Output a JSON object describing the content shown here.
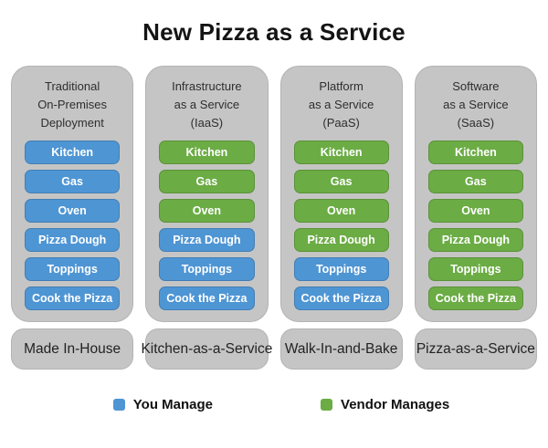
{
  "title": "New Pizza as a Service",
  "colors": {
    "you_manage": "#4e95d4",
    "vendor_manages": "#6bac44",
    "panel_gray": "#c5c5c5"
  },
  "columns": [
    {
      "header_lines": [
        "Traditional",
        "On-Premises",
        "Deployment"
      ],
      "items": [
        {
          "label": "Kitchen",
          "managed_by": "you"
        },
        {
          "label": "Gas",
          "managed_by": "you"
        },
        {
          "label": "Oven",
          "managed_by": "you"
        },
        {
          "label": "Pizza Dough",
          "managed_by": "you"
        },
        {
          "label": "Toppings",
          "managed_by": "you"
        },
        {
          "label": "Cook the Pizza",
          "managed_by": "you"
        }
      ],
      "footer": "Made In-House"
    },
    {
      "header_lines": [
        "Infrastructure",
        "as a Service",
        "(IaaS)"
      ],
      "items": [
        {
          "label": "Kitchen",
          "managed_by": "vendor"
        },
        {
          "label": "Gas",
          "managed_by": "vendor"
        },
        {
          "label": "Oven",
          "managed_by": "vendor"
        },
        {
          "label": "Pizza Dough",
          "managed_by": "you"
        },
        {
          "label": "Toppings",
          "managed_by": "you"
        },
        {
          "label": "Cook the Pizza",
          "managed_by": "you"
        }
      ],
      "footer": "Kitchen-as-a-Service"
    },
    {
      "header_lines": [
        "Platform",
        "as a Service",
        "(PaaS)"
      ],
      "items": [
        {
          "label": "Kitchen",
          "managed_by": "vendor"
        },
        {
          "label": "Gas",
          "managed_by": "vendor"
        },
        {
          "label": "Oven",
          "managed_by": "vendor"
        },
        {
          "label": "Pizza Dough",
          "managed_by": "vendor"
        },
        {
          "label": "Toppings",
          "managed_by": "you"
        },
        {
          "label": "Cook the Pizza",
          "managed_by": "you"
        }
      ],
      "footer": "Walk-In-and-Bake"
    },
    {
      "header_lines": [
        "Software",
        "as a Service",
        "(SaaS)"
      ],
      "items": [
        {
          "label": "Kitchen",
          "managed_by": "vendor"
        },
        {
          "label": "Gas",
          "managed_by": "vendor"
        },
        {
          "label": "Oven",
          "managed_by": "vendor"
        },
        {
          "label": "Pizza Dough",
          "managed_by": "vendor"
        },
        {
          "label": "Toppings",
          "managed_by": "vendor"
        },
        {
          "label": "Cook the Pizza",
          "managed_by": "vendor"
        }
      ],
      "footer": "Pizza-as-a-Service"
    }
  ],
  "legend": [
    {
      "label": "You Manage",
      "managed_by": "you"
    },
    {
      "label": "Vendor Manages",
      "managed_by": "vendor"
    }
  ]
}
